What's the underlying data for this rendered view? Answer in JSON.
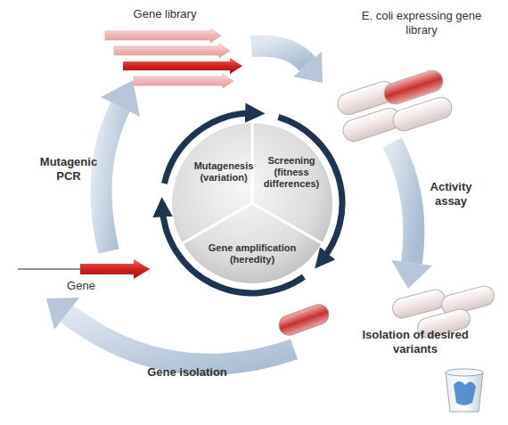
{
  "diagram": {
    "nodes": [
      {
        "text": [
          "Mutagenesis (variation)"
        ]
      },
      {
        "text": [
          "Screening (fitness differences)"
        ]
      },
      {
        "text": [
          "Gene amplification (heredity)"
        ]
      }
    ],
    "edges": [
      {
        "from": 0,
        "to": 1,
        "arrow": "to"
      },
      {
        "from": 1,
        "to": 2,
        "arrow": "to"
      },
      {
        "from": 2,
        "to": 0,
        "arrow": "to"
      }
    ],
    "labels": [
      "Gene library",
      "E. coli expressing gene library",
      "Activity assay",
      "Isolation of desired variants",
      "Gene isolation",
      "Gene",
      "Mutagenic PCR"
    ]
  }
}
